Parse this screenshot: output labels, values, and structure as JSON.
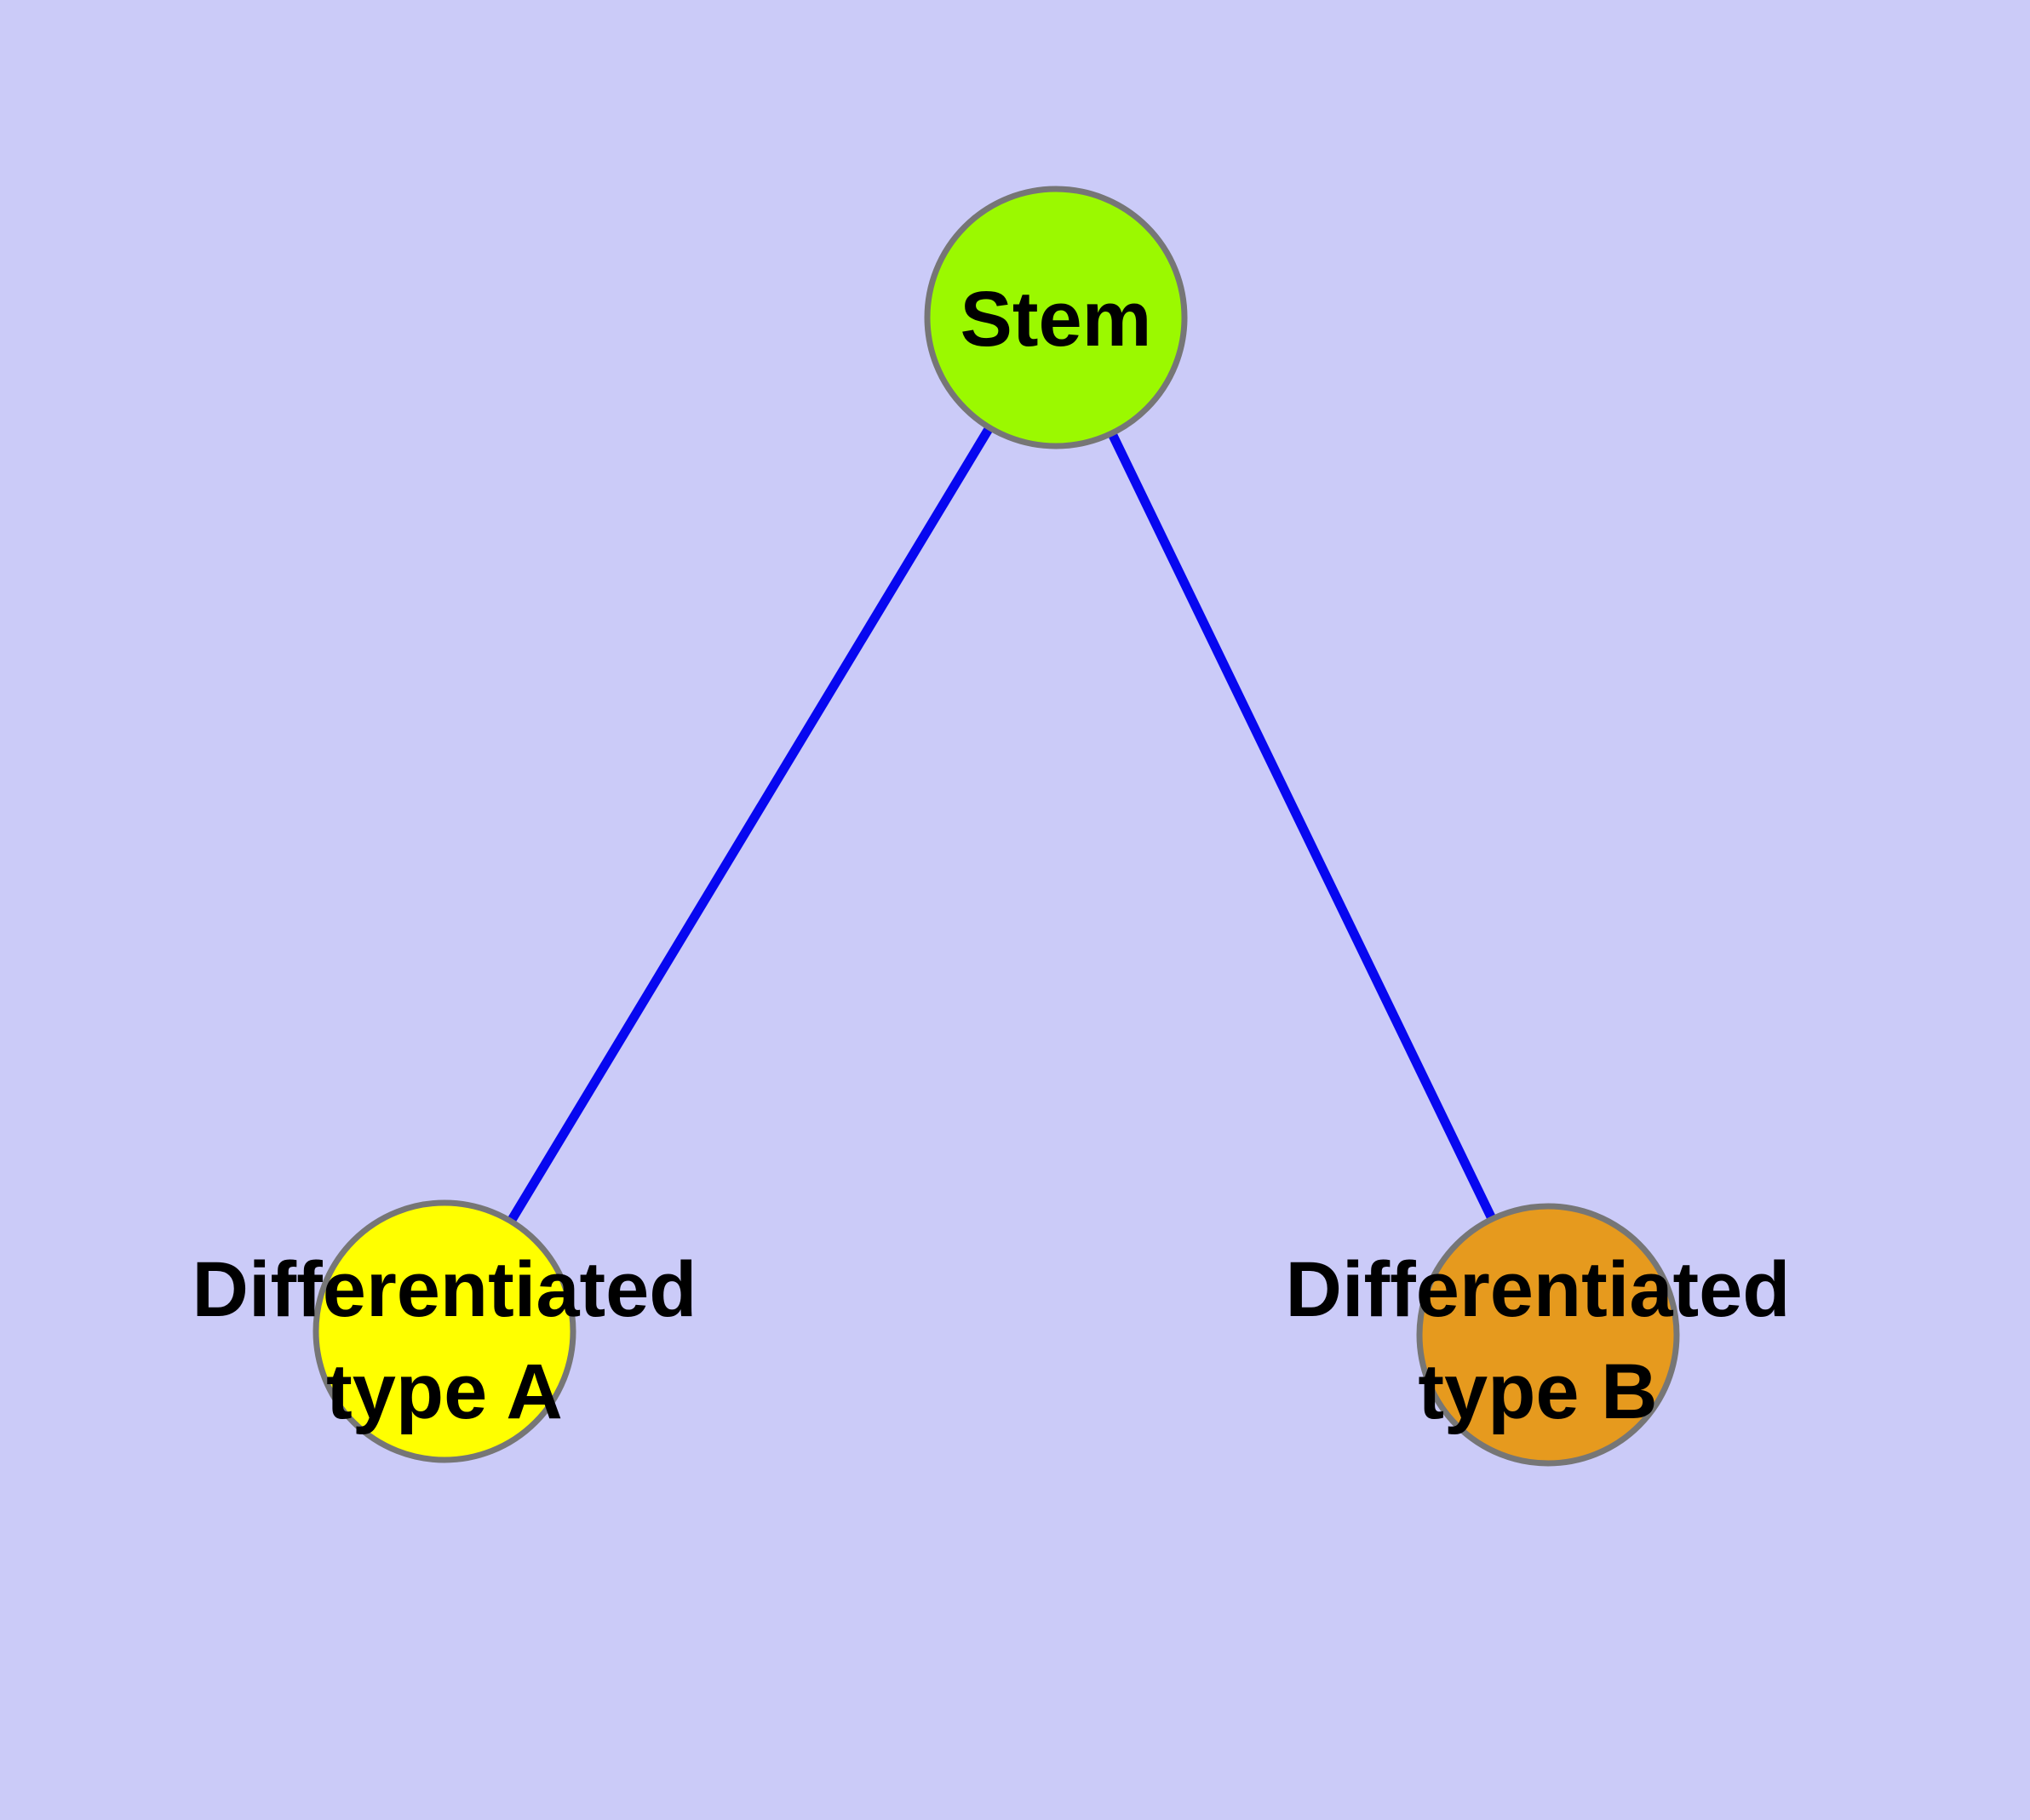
{
  "diagram": {
    "type": "graph",
    "background_color": "#CBCBF8",
    "edge_color": "#0707F0",
    "node_border_color": "#767676",
    "nodes": [
      {
        "id": "stem",
        "label": "Stem",
        "lines": [
          "Stem"
        ],
        "color": "#9BF900"
      },
      {
        "id": "diff-a",
        "label": "Differentiated type A",
        "lines": [
          "Differentiated",
          "type A"
        ],
        "color": "#FFFF00"
      },
      {
        "id": "diff-b",
        "label": "Differentiated type B",
        "lines": [
          "Differentiated",
          "type B"
        ],
        "color": "#E69A1E"
      }
    ],
    "edges": [
      {
        "from": "stem",
        "to": "diff-a"
      },
      {
        "from": "stem",
        "to": "diff-b"
      }
    ]
  }
}
